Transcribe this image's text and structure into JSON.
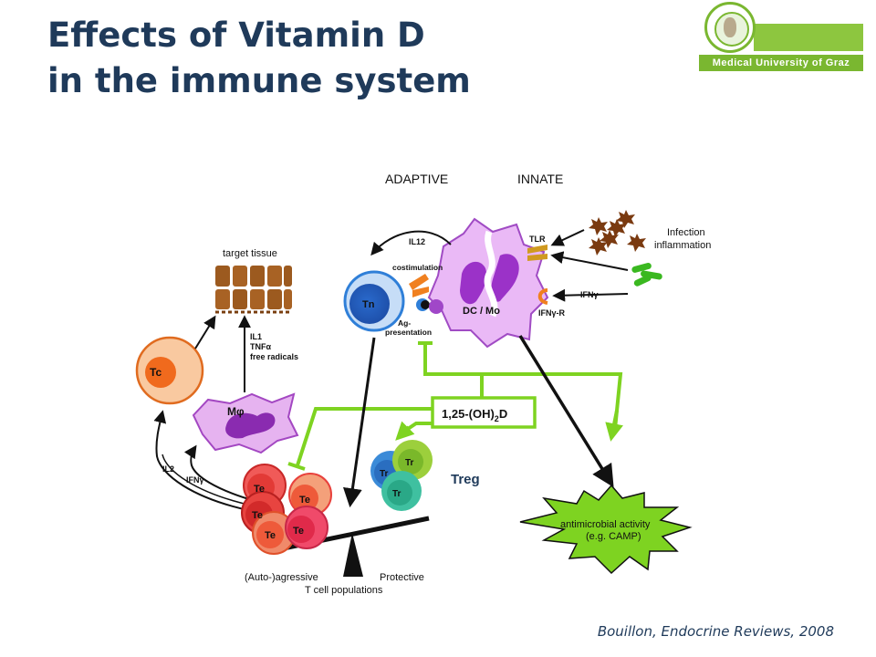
{
  "slide": {
    "title_line1": "Effects of Vitamin D",
    "title_line2": "in the immune system",
    "citation": "Bouillon, Endocrine Reviews, 2008",
    "logo_text": "Medical University of Graz"
  },
  "diagram": {
    "header_adaptive": "ADAPTIVE",
    "header_innate": "INNATE",
    "target_tissue": "target tissue",
    "tc": "Tc",
    "macrophage": "Mφ",
    "tn": "Tn",
    "dc_mo": "DC  /  Mo",
    "il12": "IL12",
    "costimulation": "costimulation",
    "ag_presentation_1": "Ag-",
    "ag_presentation_2": "presentation",
    "tlr": "TLR",
    "ifng": "IFNγ",
    "ifng_r": "IFNγ-R",
    "infection_1": "Infection",
    "infection_2": "inflammation",
    "il1": "IL1",
    "tnfa": "TNFα",
    "free_radicals": "free radicals",
    "il2": "IL2",
    "ifng_left": "IFNγ",
    "vitd_prefix": "1,25-(OH)",
    "vitd_sub": "2",
    "vitd_suffix": "D",
    "te": "Te",
    "tr": "Tr",
    "treg": "Treg",
    "antimicrobial_1": "antimicrobial activity",
    "antimicrobial_2": "(e.g. CAMP)",
    "auto_aggressive": "(Auto-)agressive",
    "protective": "Protective",
    "t_cell_populations": "T cell populations"
  },
  "colors": {
    "title": "#1f3a5a",
    "green": "#7ed321",
    "arrow": "#111111",
    "te_red": "#e8413c",
    "tr_green": "#8dc63f",
    "tn_blue": "#3b7fd4",
    "dc_purple": "#cc77ee"
  }
}
